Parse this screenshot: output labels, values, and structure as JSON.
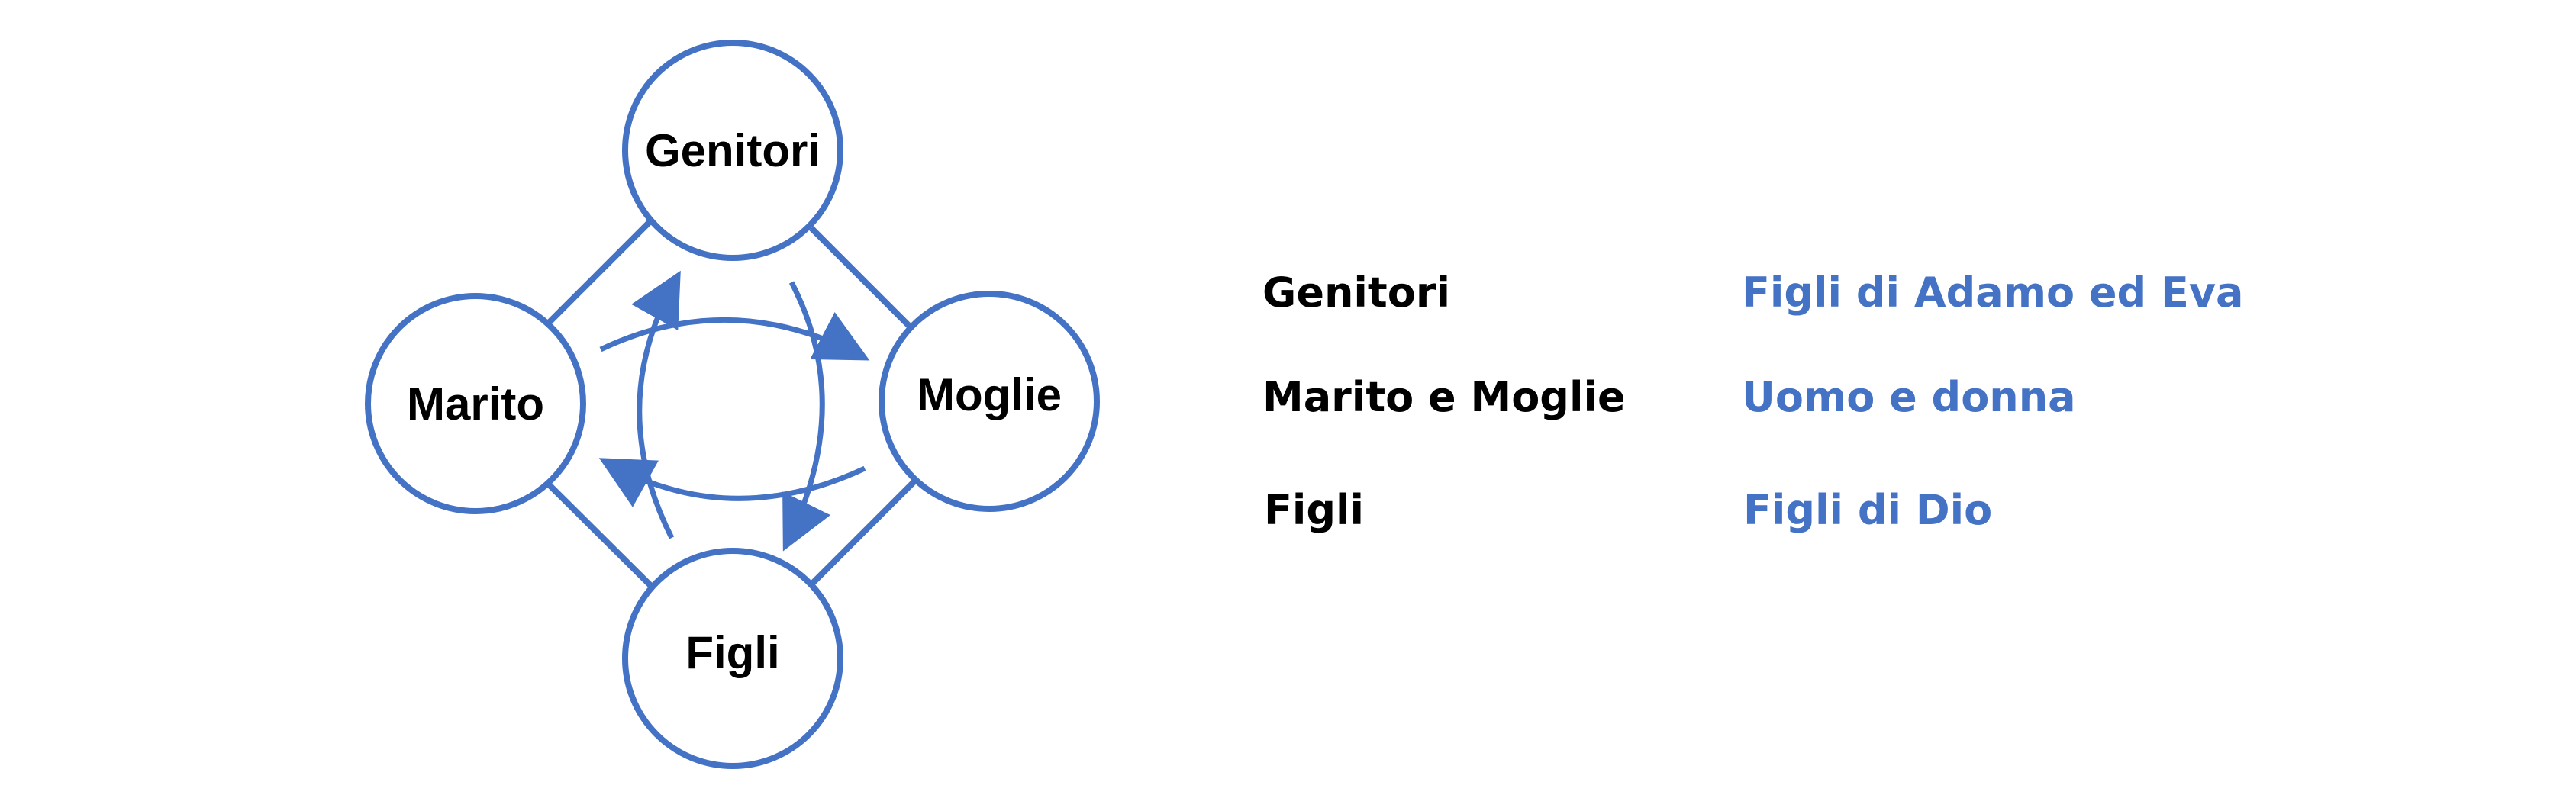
{
  "colors": {
    "accent": "#4472C4",
    "text": "#000000",
    "background": "#FFFFFF"
  },
  "nodes": {
    "top": "Genitori",
    "left": "Marito",
    "right": "Moglie",
    "bottom": "Figli"
  },
  "legend": [
    {
      "term": "Genitori",
      "meaning": "Figli di Adamo ed Eva"
    },
    {
      "term": "Marito e Moglie",
      "meaning": "Uomo e donna"
    },
    {
      "term": "Figli",
      "meaning": "Figli di Dio"
    }
  ]
}
